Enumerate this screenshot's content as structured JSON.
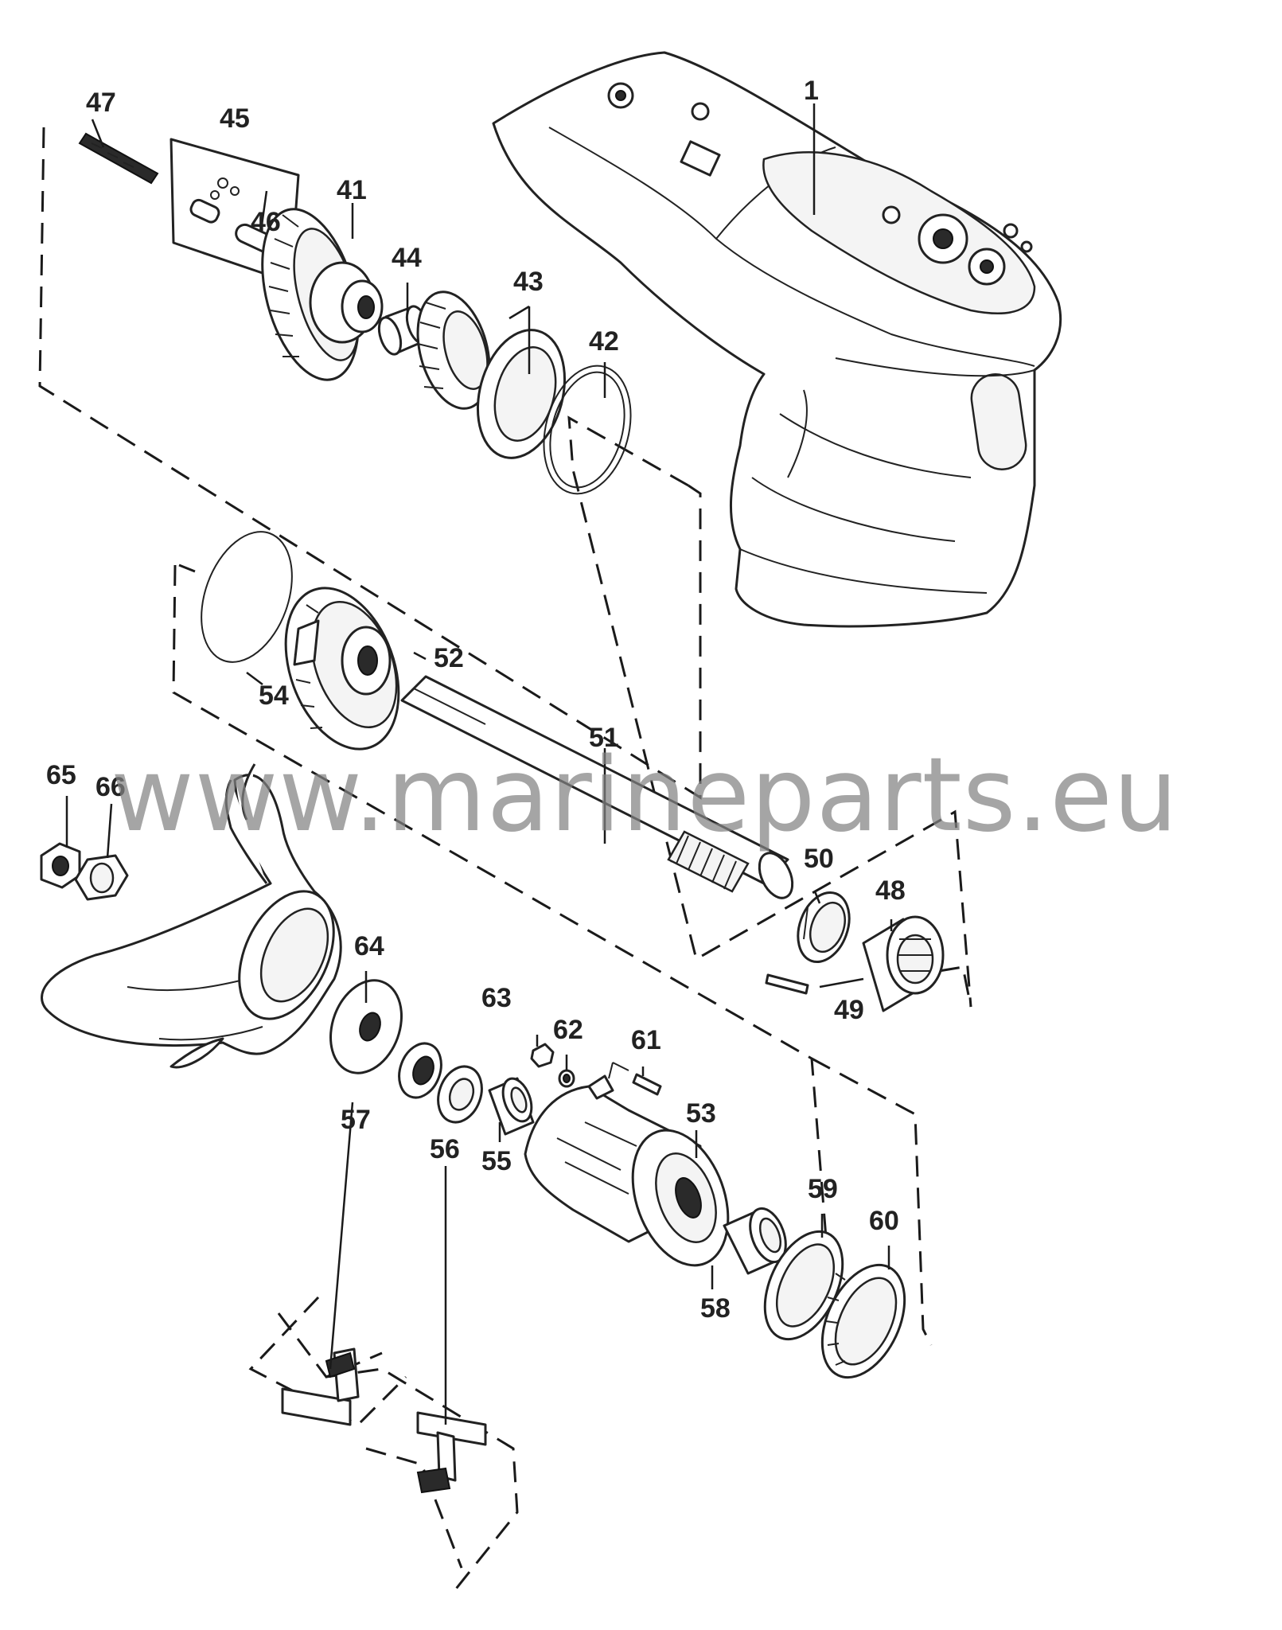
{
  "diagram": {
    "callouts": {
      "p1": "1",
      "p41": "41",
      "p42": "42",
      "p43": "43",
      "p44": "44",
      "p45": "45",
      "p46": "46",
      "p47": "47",
      "p48": "48",
      "p49": "49",
      "p50": "50",
      "p51": "51",
      "p52": "52",
      "p53": "53",
      "p54": "54",
      "p55": "55",
      "p56": "56",
      "p57": "57",
      "p58": "58",
      "p59": "59",
      "p60": "60",
      "p61": "61",
      "p62": "62",
      "p63": "63",
      "p64": "64",
      "p65": "65",
      "p66": "66"
    }
  },
  "watermark": "www.marineparts.eu"
}
